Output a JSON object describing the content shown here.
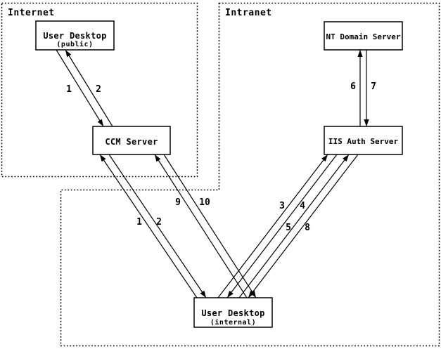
{
  "diagram": {
    "title_hint": "CCM / IIS authentication flow diagram",
    "colors": {
      "background": "#ffffff",
      "line": "#000000"
    },
    "zones": {
      "internet": {
        "label": "Internet"
      },
      "intranet": {
        "label": "Intranet"
      }
    },
    "nodes": {
      "ud_public": {
        "label": "User Desktop",
        "sublabel": "(public)"
      },
      "ccm": {
        "label": "CCM Server"
      },
      "nt": {
        "label": "NT Domain Server"
      },
      "iis": {
        "label": "IIS Auth Server"
      },
      "ud_internal": {
        "label": "User Desktop",
        "sublabel": "(internal)"
      }
    },
    "edges": {
      "e1_public": {
        "label": "1",
        "from": "ud_public",
        "to": "ccm"
      },
      "e2_public": {
        "label": "2",
        "from": "ccm",
        "to": "ud_public"
      },
      "e1_internal": {
        "label": "1",
        "from": "ud_internal",
        "to": "ccm"
      },
      "e2_internal": {
        "label": "2",
        "from": "ccm",
        "to": "ud_internal"
      },
      "e3": {
        "label": "3",
        "from": "ud_internal",
        "to": "iis"
      },
      "e4": {
        "label": "4",
        "from": "iis",
        "to": "ud_internal"
      },
      "e5": {
        "label": "5",
        "from": "ud_internal",
        "to": "iis"
      },
      "e6": {
        "label": "6",
        "from": "iis",
        "to": "nt"
      },
      "e7": {
        "label": "7",
        "from": "nt",
        "to": "iis"
      },
      "e8": {
        "label": "8",
        "from": "iis",
        "to": "ud_internal"
      },
      "e9": {
        "label": "9",
        "from": "ud_internal",
        "to": "ccm"
      },
      "e10": {
        "label": "10",
        "from": "ccm",
        "to": "ud_internal"
      }
    }
  }
}
